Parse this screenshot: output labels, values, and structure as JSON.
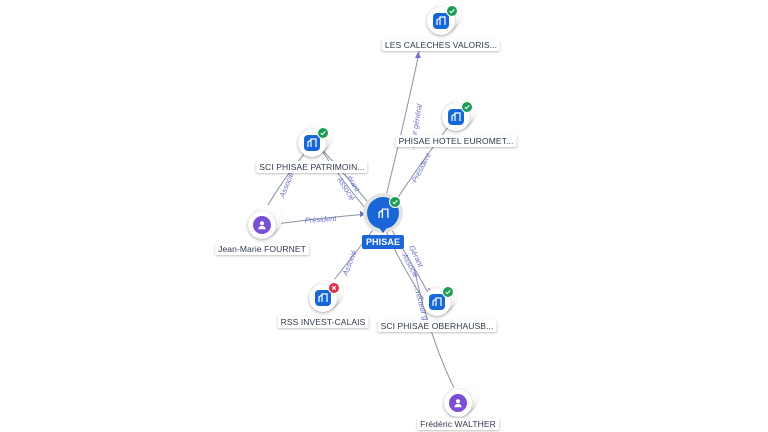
{
  "center": {
    "name": "PHISAE"
  },
  "nodes": [
    {
      "id": "caleches",
      "name": "LES CALECHES VALORIS...",
      "kind": "company",
      "status": "ok"
    },
    {
      "id": "hotel",
      "name": "PHISAE HOTEL EUROMET...",
      "kind": "company",
      "status": "ok"
    },
    {
      "id": "patrimoine",
      "name": "SCI PHISAE PATRIMOIN...",
      "kind": "company",
      "status": "ok"
    },
    {
      "id": "fournet",
      "name": "Jean-Marie FOURNET",
      "kind": "person"
    },
    {
      "id": "rss",
      "name": "RSS INVEST-CALAIS",
      "kind": "company",
      "status": "closed"
    },
    {
      "id": "oberhausb",
      "name": "SCI PHISAE OBERHAUSB...",
      "kind": "company",
      "status": "ok"
    },
    {
      "id": "walther",
      "name": "Frédéric WALTHER",
      "kind": "person"
    }
  ],
  "edge_labels": {
    "caleches": "...teur général",
    "hotel": "Président",
    "patrimoine_a": "...érant",
    "patrimoine_b": "Associé",
    "fournet_patrimoine": "Associé",
    "fournet_center": "Président",
    "rss": "Associé",
    "oberhausb_a": "Gérant",
    "oberhausb_b": "Associé",
    "walther": "...recteur gé..."
  },
  "colors": {
    "company": "#1668d9",
    "person": "#7a4fd6",
    "ok": "#1f9d55",
    "closed": "#d9304a",
    "edge": "#8a93a6"
  }
}
